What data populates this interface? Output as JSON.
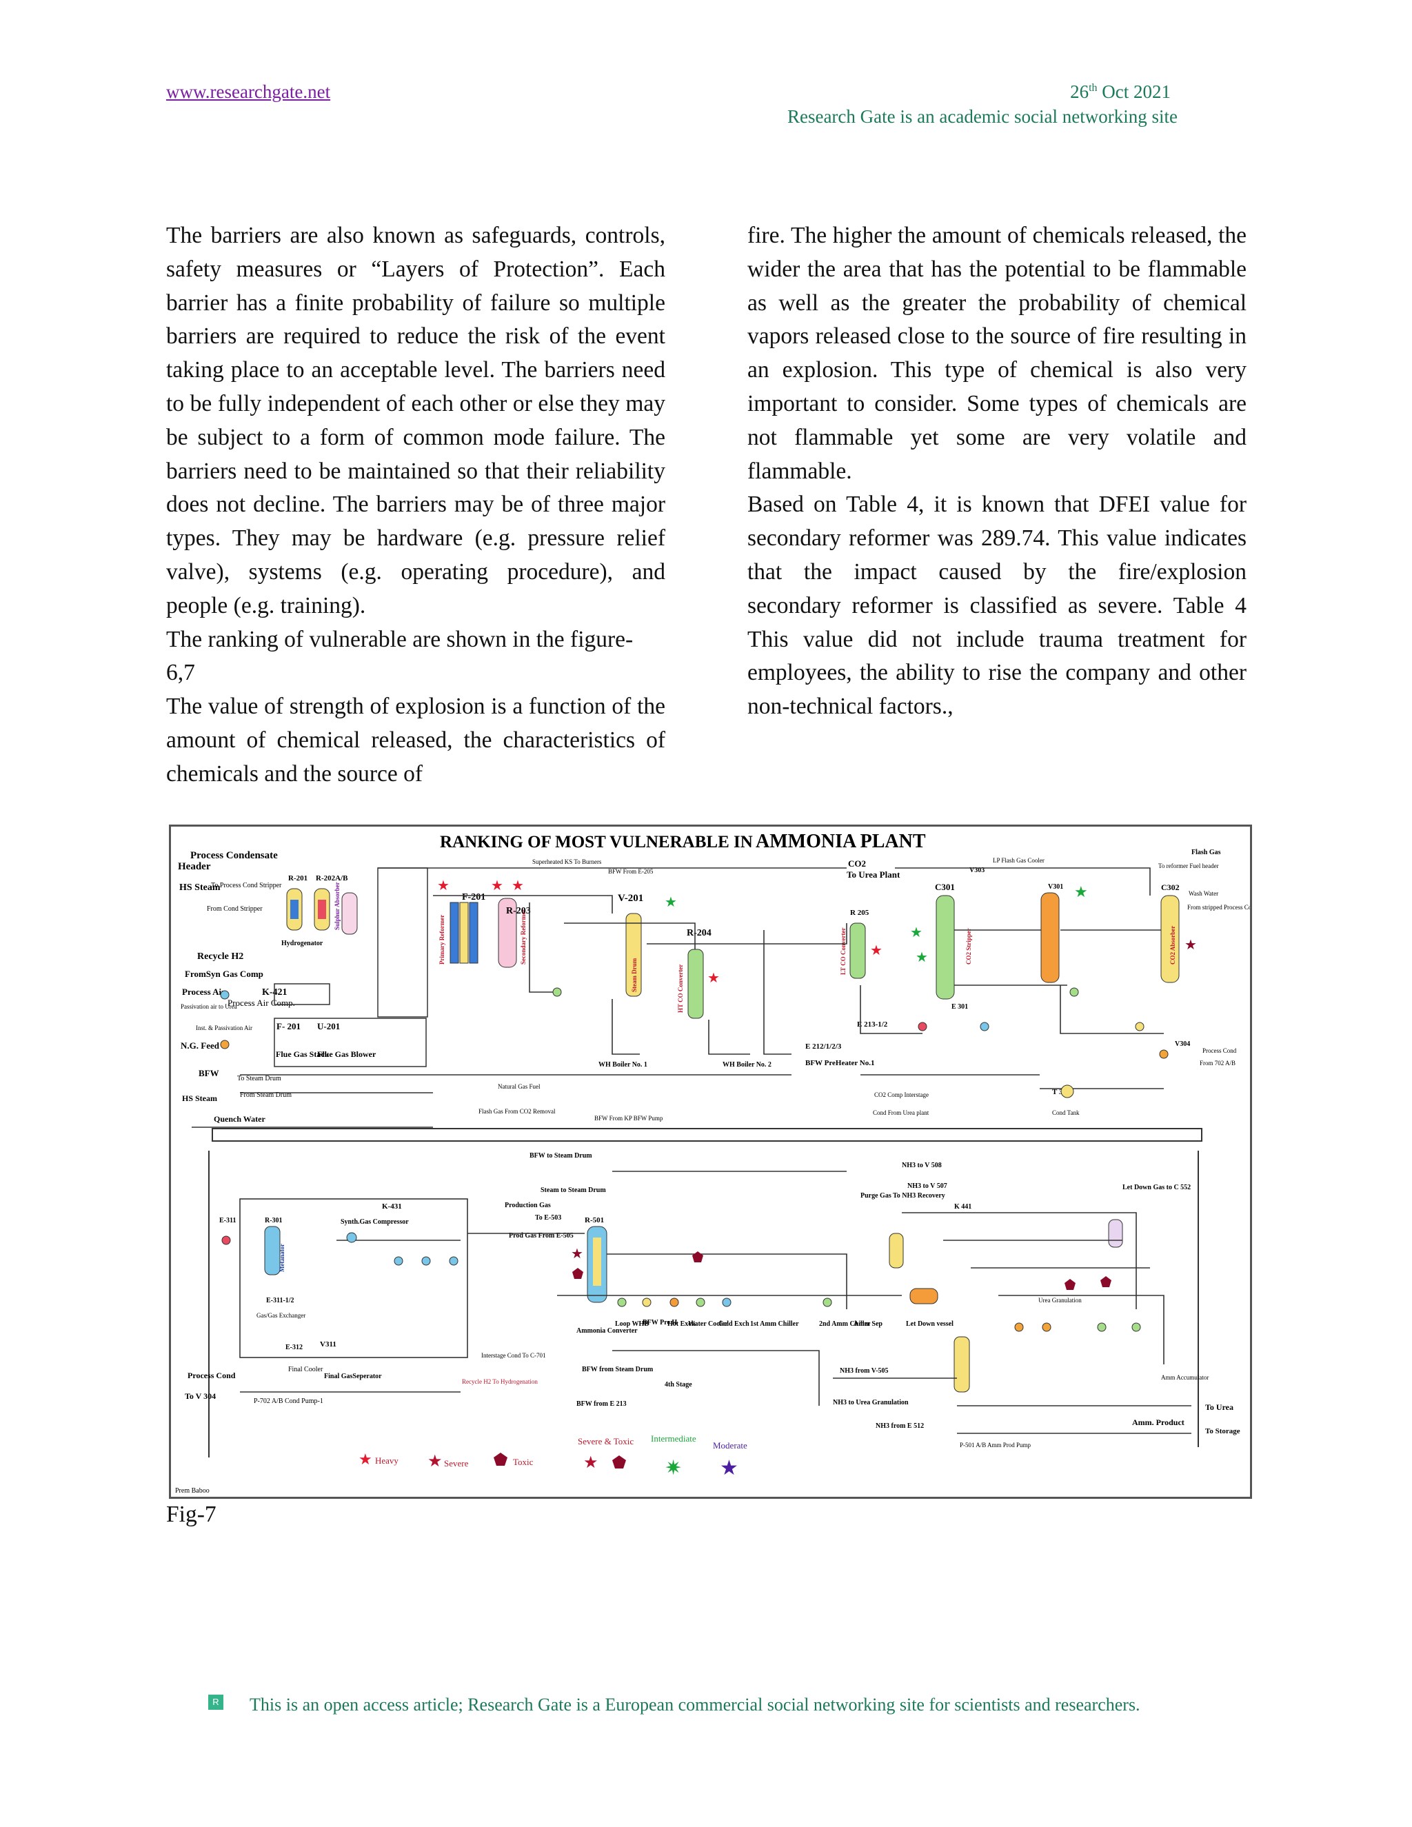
{
  "header": {
    "site_link": "www.researchgate.net",
    "date_day": "26",
    "date_sup": "th",
    "date_rest": " Oct 2021",
    "tagline": "Research Gate is an academic social networking site"
  },
  "left_column": [
    "The barriers are also known as safeguards, controls, safety measures or “Layers of Protection”. Each barrier has a finite probability of failure so multiple barriers are required to reduce the risk of the event taking place to an acceptable level. The barriers need to be fully independent of each other or else they may be subject to a form of common mode failure. The barriers need to be maintained so that their reliability does not decline. The barriers may be of three major types. They may be hardware (e.g. pressure relief valve), systems (e.g. operating procedure), and people (e.g. training).",
    "The ranking of vulnerable are shown in the figure- 6,7",
    "The value of strength of explosion is a function of the amount of chemical released, the characteristics of chemicals and the source of"
  ],
  "right_column": [
    "fire. The higher the amount of chemicals released, the wider the area that has the potential to be flammable as well as the greater the probability of chemical vapors released close to the source of fire resulting in an explosion. This type of chemical is also very important to consider. Some types of chemicals are not flammable yet some are very volatile and flammable.",
    "Based on Table 4, it is known that DFEI value for secondary reformer was 289.74. This value indicates that the impact caused by the fire/explosion secondary reformer is classified as severe. Table 4 This value did not include trauma treatment for employees, the ability to rise the company and other non-technical factors.,"
  ],
  "figure": {
    "title_left": "RANKING OF MOST VULNERABLE  IN",
    "title_right": "AMMONIA PLANT",
    "labels": {
      "process_condensate": "Process Condensate",
      "header": "Header",
      "hs_steam": "HS Steam",
      "to_process_cond_stripper": "To Process Cond Stripper",
      "from_cond_stripper": "From Cond Stripper",
      "recycle_h2": "Recycle H2",
      "from_syn_gas_comp": "FromSyn Gas Comp",
      "process_air": "Process Air",
      "passivation_air": "Passivation air to Urea",
      "k421": "K-421",
      "process_air_comp": "Process Air Comp.",
      "inst_passivation": "Inst. & Passivation Air",
      "ng_feed": "N.G. Feed",
      "bfw": "BFW",
      "to_steam_drum": "To Steam Drum",
      "from_steam_drum": "From Steam Drum",
      "hs_steam2": "HS Steam",
      "quench_water": "Quench Water",
      "f201": "F- 201",
      "u201": "U-201",
      "flue_gas_stack": "Flue Gas Stack",
      "flue_gas_blower": "Flue Gas Blower",
      "r201": "R-201",
      "r202": "R-202A/B",
      "hydrogenator": "Hydrogenator",
      "sulphur_absorber": "Sulphur Absorber",
      "primary_reformer": "Primary Reformer",
      "secondary_reformer": "Secondary Reformer",
      "f201_top": "F-201",
      "r203": "R-203",
      "superheated_ks": "Superheated KS To Burners",
      "bfw_from_e205": "BFW From E-205",
      "v201": "V-201",
      "steam_drum": "Steam Drum",
      "r204": "R-204",
      "ht_co_converter": "HT CO Converter",
      "lt_co_converter": "LT CO Converter",
      "r205": "R 205",
      "co2": "CO2",
      "to_urea_plant": "To Urea Plant",
      "c301": "C301",
      "v303": "V303",
      "lp_flash_gas": "LP Flash Gas Cooler",
      "v301": "V301",
      "c302": "C302",
      "flash_gas": "Flash Gas",
      "to_reformer_fuel": "To reformer Fuel header",
      "wash_water": "Wash Water",
      "from_stripped_cond": "From stripped Process Cond",
      "co2_stripper": "CO2 Stripper",
      "co2_absorber": "CO2 Absorber",
      "e301": "E 301",
      "e213": "E 213-1/2",
      "e212": "E 212/1/2/3",
      "bfw_preheater": "BFW PreHeater No.1",
      "wh_boiler1": "WH Boiler No. 1",
      "wh_boiler2": "WH Boiler No. 2",
      "natural_gas_fuel": "Natural Gas Fuel",
      "flash_gas_co2": "Flash Gas From CO2 Removal",
      "bfw_kp": "BFW From KP BFW Pump",
      "co2_comp": "CO2 Comp Interstage",
      "cond_from_urea": "Cond From Urea plant",
      "t323": "T 323",
      "cond_tank": "Cond Tank",
      "v304": "V304",
      "process_cond": "Process Cond",
      "from_p702": "From 702 A/B",
      "bfw_to_steam_drum": "BFW to Steam Drum",
      "nh3_to_v508": "NH3 to V 508",
      "nh3_to_v507": "NH3 to V 507",
      "purge_gas": "Purge Gas To NH3 Recovery",
      "let_down_gas": "Let Down Gas to C 552",
      "k441": "K 441",
      "steam_to_steam_drum": "Steam to Steam Drum",
      "k431": "K-431",
      "production_gas": "Production Gas",
      "to_e503": "To E-503",
      "r501": "R-501",
      "prod_gas_from_e505": "Prod Gas From E-505",
      "synth_gas_comp": "Synth.Gas Compressor",
      "e311": "E-311",
      "r301": "R-301",
      "metanator": "Metanator",
      "e311_12": "E-311-1/2",
      "gas_gas_exch": "Gas/Gas Exchanger",
      "e312": "E-312",
      "v311": "V311",
      "final_cooler": "Final Cooler",
      "final_gas_sep": "Final GasSeperator",
      "process_cond_bottom": "Process Cond",
      "to_v304": "To V 304",
      "p702": "P-702 A/B Cond Pump-1",
      "ammonia_converter": "Ammonia Converter",
      "loop_whb": "Loop WHB",
      "bfw_pre_h": "BFW Pre H",
      "hot_exch": "Hot Exch",
      "water_cooler": "Water Cooler",
      "cold_exch": "Cold Exch",
      "amm_chiller1": "1st Amm Chiller",
      "amm_chiller2": "2nd Amm Chiller",
      "amm_sep": "Amm Sep",
      "let_down_vessel": "Let Down vessel",
      "bfw_from_steam_drum": "BFW from Steam Drum",
      "bfw_from_e213": "BFW from E 213",
      "stage4": "4th Stage",
      "nh3_from_v505": "NH3 from V-505",
      "nh3_to_urea": "NH3 to Urea Granulation",
      "nh3_from_e512": "NH3 from E 512",
      "to_urea": "To Urea",
      "amm_product": "Amm. Product",
      "to_storage": "To Storage",
      "p501": "P-501 A/B Amm Prod Pump",
      "amm_accumulator": "Amm Accumulator",
      "urea_granulation": "Urea Granulation",
      "recycle_h2_hydrogenation": "Recycle H2 To Hydrogenation",
      "interstage_cond": "Interstage Cond To C-701",
      "credit": "Prem Baboo"
    },
    "legend": {
      "heavy": "Heavy",
      "severe": "Severe",
      "toxic": "Toxic",
      "severe_toxic": "Severe & Toxic",
      "intermediate": "Intermediate",
      "moderate": "Moderate"
    },
    "colors": {
      "heavy": "#e41b2c",
      "severe": "#b5122f",
      "toxic": "#8b0a2a",
      "intermediate": "#1aa83a",
      "moderate": "#4b1fa0",
      "pipe": "#333333"
    }
  },
  "fig_caption": "Fig-7",
  "footer": {
    "logo": "R",
    "text": "This is an open access article; Research Gate is a European commercial social networking site for scientists and researchers."
  }
}
